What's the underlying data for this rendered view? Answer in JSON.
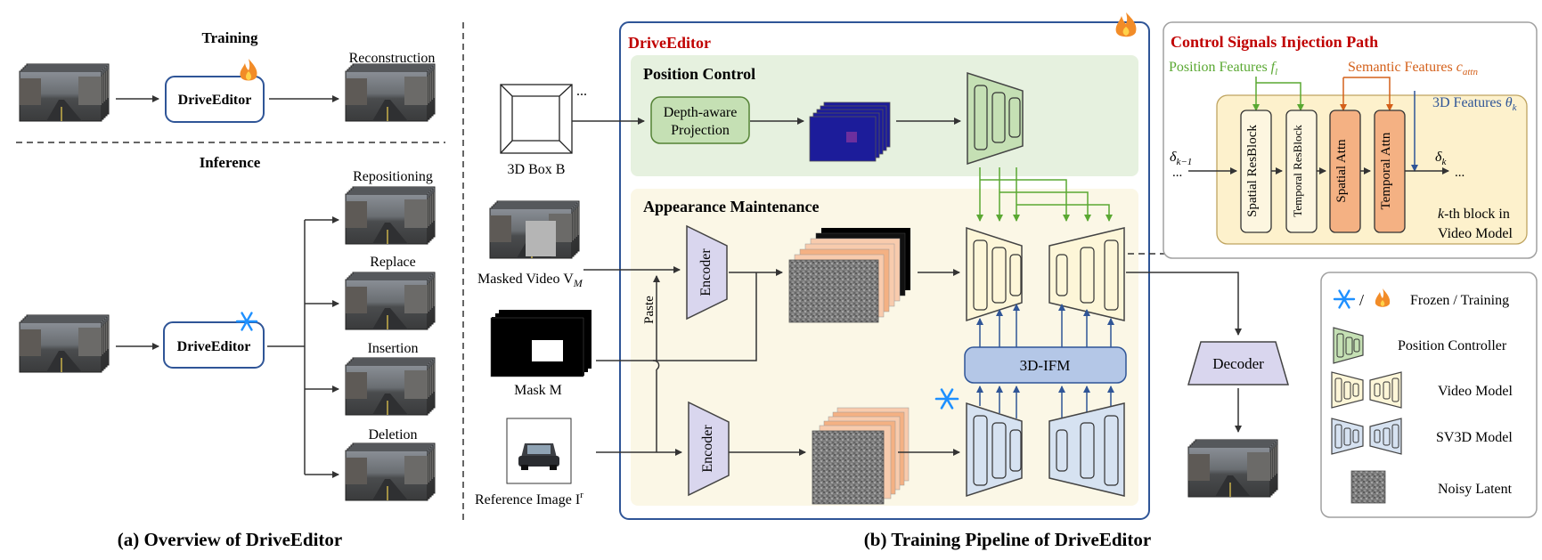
{
  "panel_a": {
    "training_title": "Training",
    "inference_title": "Inference",
    "model_name": "DriveEditor",
    "reconstruction": "Reconstruction",
    "tasks": [
      "Repositioning",
      "Replace",
      "Insertion",
      "Deletion"
    ],
    "caption": "(a) Overview of DriveEditor"
  },
  "panel_b": {
    "title": "DriveEditor",
    "position_control": "Position Control",
    "appearance_maintenance": "Appearance Maintenance",
    "depth_projection_line1": "Depth-aware",
    "depth_projection_line2": "Projection",
    "box_label": "3D Box B",
    "ellipsis": "...",
    "masked_video_label": "Masked Video V",
    "masked_video_sub": "M",
    "mask_label": "Mask M",
    "reference_label": "Reference Image I",
    "reference_sup": "r",
    "paste": "Paste",
    "encoder": "Encoder",
    "ifm": "3D-IFM",
    "decoder": "Decoder",
    "caption": "(b) Training Pipeline of DriveEditor"
  },
  "control": {
    "title": "Control Signals Injection Path",
    "position_features": "Position Features ",
    "position_symbol": "f",
    "position_sub": "l",
    "semantic_features": "Semantic Features ",
    "semantic_symbol": "c",
    "semantic_sub": "attn",
    "features_3d": "3D Features ",
    "features_3d_symbol": "θ",
    "features_3d_sub": "k",
    "delta_in": "δ",
    "delta_in_sub": "k−1",
    "delta_out": "δ",
    "delta_out_sub": "k",
    "ellipsis": "...",
    "blocks": [
      "Spatial ResBlock",
      "Temporal ResBlock",
      "Spatial Attn",
      "Temporal Attn"
    ],
    "kth_line1_sym": "k",
    "kth_line1": "-th block in",
    "kth_line2": "Video Model"
  },
  "legend": {
    "frozen_training": "Frozen / Training",
    "slash": "/",
    "position_controller": "Position Controller",
    "video_model": "Video Model",
    "sv3d_model": "SV3D Model",
    "noisy_latent": "Noisy Latent"
  },
  "colors": {
    "title_red": "#c00000",
    "green_feature": "#5aa832",
    "orange_feature": "#d4601a",
    "blue_feature": "#2f5597",
    "outer_box": "#2f5597",
    "position_bg": "#e6f1df",
    "appearance_bg": "#fbf7e6",
    "video_fill": "#fdf6d8",
    "sv3d_fill": "#d6e2f1",
    "encoder_fill": "#d9d6ee",
    "block_orange": "#f4b183"
  }
}
